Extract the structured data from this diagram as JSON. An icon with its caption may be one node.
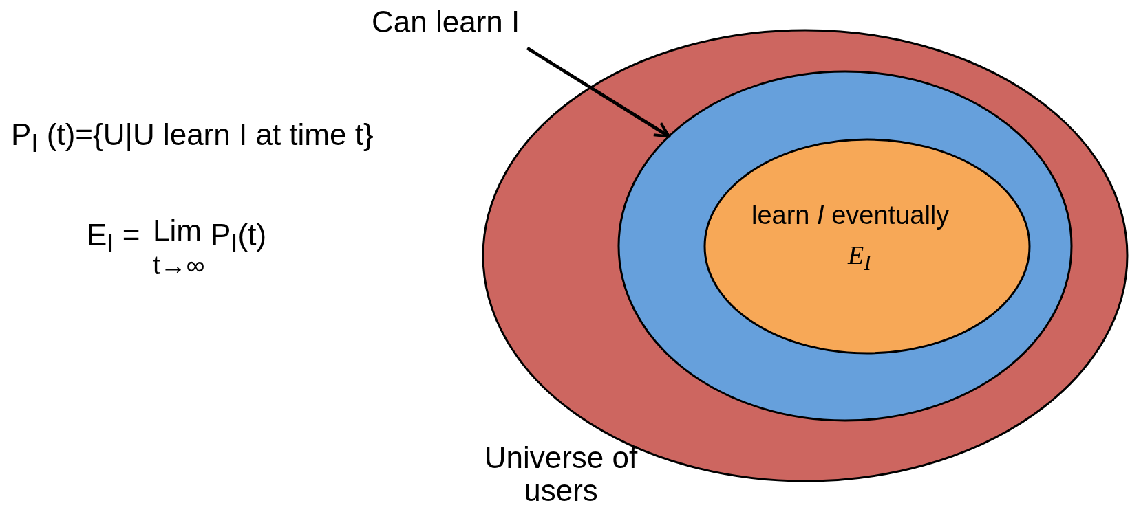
{
  "diagram": {
    "nodes": [
      {
        "text": [
          "Can learn I"
        ]
      },
      {
        "text": [
          "Universe of users"
        ]
      },
      {
        "text": [],
        "shape": "ellipse",
        "in": 1
      },
      {
        "text": [
          "learn *I* eventually",
          "E$_{I}$"
        ],
        "in": 2
      }
    ],
    "edges": [
      {
        "from": 0,
        "to": 2,
        "arrow": "to"
      }
    ],
    "labels": [
      "P$_{I}$ (t)={U|U learn I at time t}",
      "E$_{I}$ =",
      "Lim",
      "t→∞",
      "P$_{I}$(t)"
    ]
  }
}
